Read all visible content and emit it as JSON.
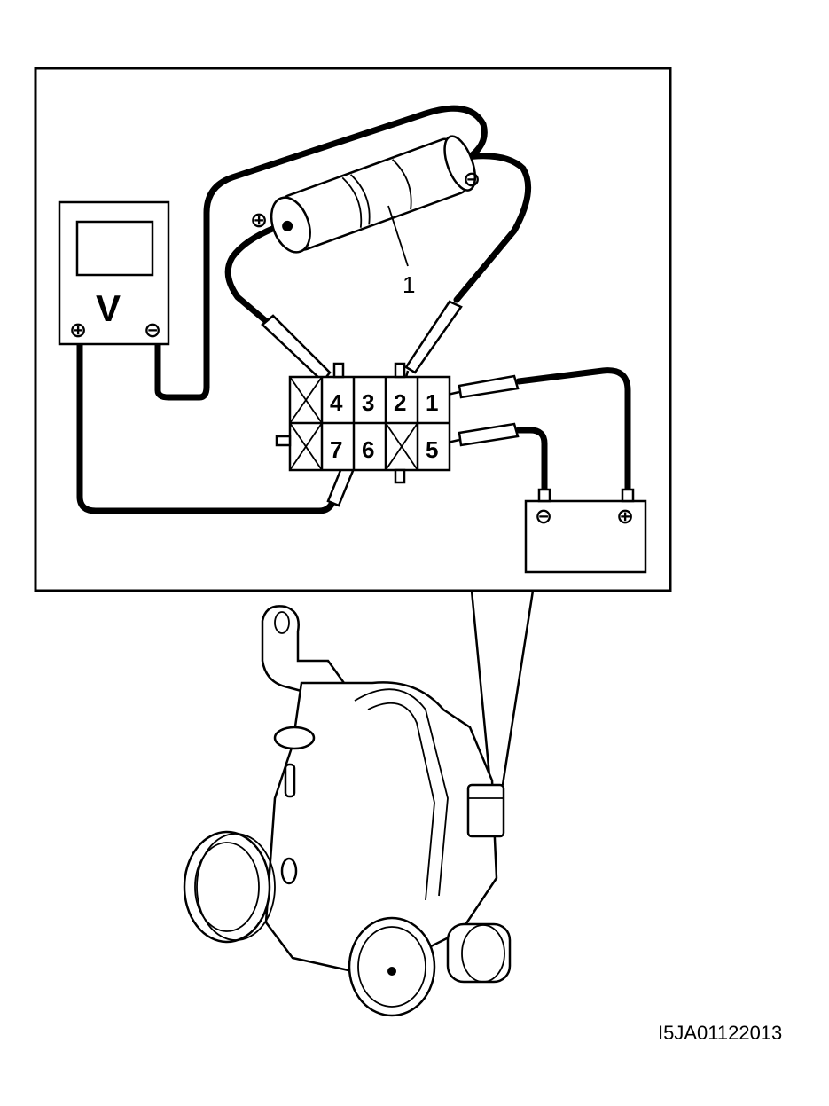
{
  "voltmeter": {
    "label": "V",
    "positive": "⊕",
    "negative": "⊖"
  },
  "component": {
    "callout": "1",
    "positive": "⊕",
    "negative": "⊖"
  },
  "battery": {
    "positive": "⊕",
    "negative": "⊖"
  },
  "connector": {
    "pins": [
      "4",
      "3",
      "2",
      "1",
      "7",
      "6",
      "5"
    ]
  },
  "figure_code": "I5JA01122013"
}
